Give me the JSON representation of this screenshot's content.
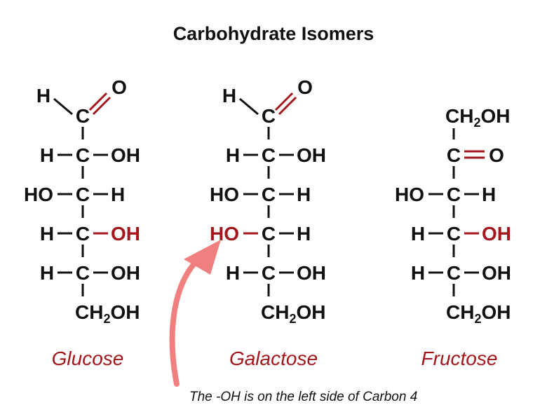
{
  "title": "Carbohydrate Isomers",
  "note": "The -OH is on the left side of Carbon 4",
  "colors": {
    "text": "#111111",
    "highlight": "#a3171c",
    "arrow": "#f08080"
  },
  "molecules": [
    {
      "name": "Glucose",
      "top": {
        "h": "H",
        "c": "C",
        "o": "O"
      },
      "rows": [
        {
          "left": "H",
          "c": "C",
          "right": "OH",
          "left_red": false,
          "right_red": false
        },
        {
          "left": "HO",
          "c": "C",
          "right": "H",
          "left_red": false,
          "right_red": false
        },
        {
          "left": "H",
          "c": "C",
          "right": "OH",
          "left_red": false,
          "right_red": true
        },
        {
          "left": "H",
          "c": "C",
          "right": "OH",
          "left_red": false,
          "right_red": false
        }
      ],
      "bottom": {
        "ch": "CH",
        "sub": "2",
        "oh": "OH"
      }
    },
    {
      "name": "Galactose",
      "top": {
        "h": "H",
        "c": "C",
        "o": "O"
      },
      "rows": [
        {
          "left": "H",
          "c": "C",
          "right": "OH",
          "left_red": false,
          "right_red": false
        },
        {
          "left": "HO",
          "c": "C",
          "right": "H",
          "left_red": false,
          "right_red": false
        },
        {
          "left": "HO",
          "c": "C",
          "right": "H",
          "left_red": true,
          "right_red": false
        },
        {
          "left": "H",
          "c": "C",
          "right": "OH",
          "left_red": false,
          "right_red": false
        }
      ],
      "bottom": {
        "ch": "CH",
        "sub": "2",
        "oh": "OH"
      }
    },
    {
      "name": "Fructose",
      "top": {
        "ch": "CH",
        "sub": "2",
        "oh": "OH",
        "c": "C",
        "o": "O"
      },
      "rows": [
        {
          "left": "HO",
          "c": "C",
          "right": "H",
          "left_red": false,
          "right_red": false
        },
        {
          "left": "H",
          "c": "C",
          "right": "OH",
          "left_red": false,
          "right_red": true
        },
        {
          "left": "H",
          "c": "C",
          "right": "OH",
          "left_red": false,
          "right_red": false
        }
      ],
      "bottom": {
        "ch": "CH",
        "sub": "2",
        "oh": "OH"
      }
    }
  ]
}
